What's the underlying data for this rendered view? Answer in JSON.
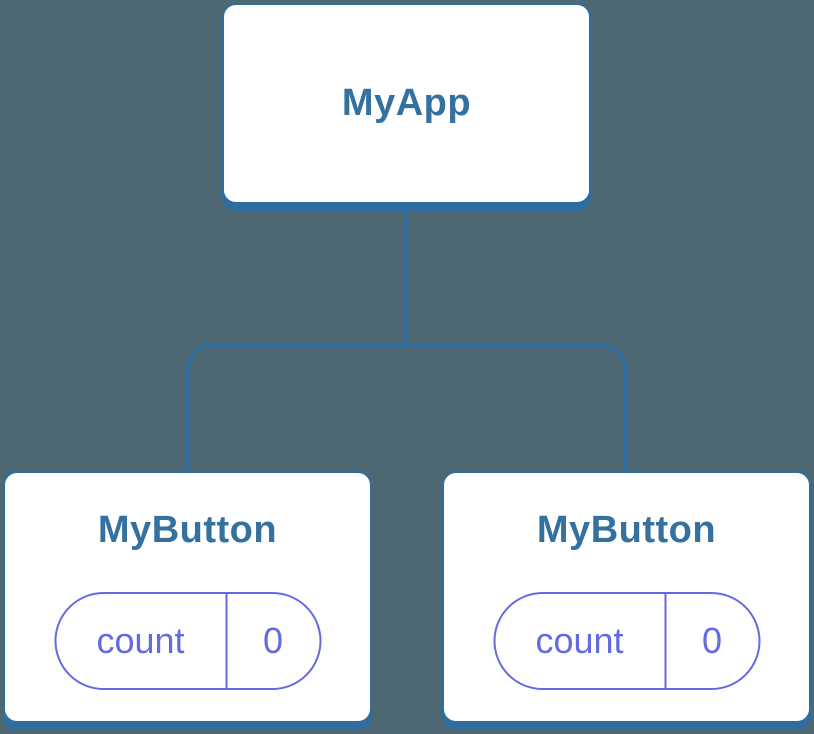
{
  "colors": {
    "background": "#4D6872",
    "stroke": "#2F6DA1",
    "title": "#35719F",
    "purple": "#646AE0",
    "white": "#FFFFFF"
  },
  "tree": {
    "root": {
      "label": "MyApp"
    },
    "children": [
      {
        "label": "MyButton",
        "state": {
          "name": "count",
          "value": "0"
        }
      },
      {
        "label": "MyButton",
        "state": {
          "name": "count",
          "value": "0"
        }
      }
    ]
  }
}
